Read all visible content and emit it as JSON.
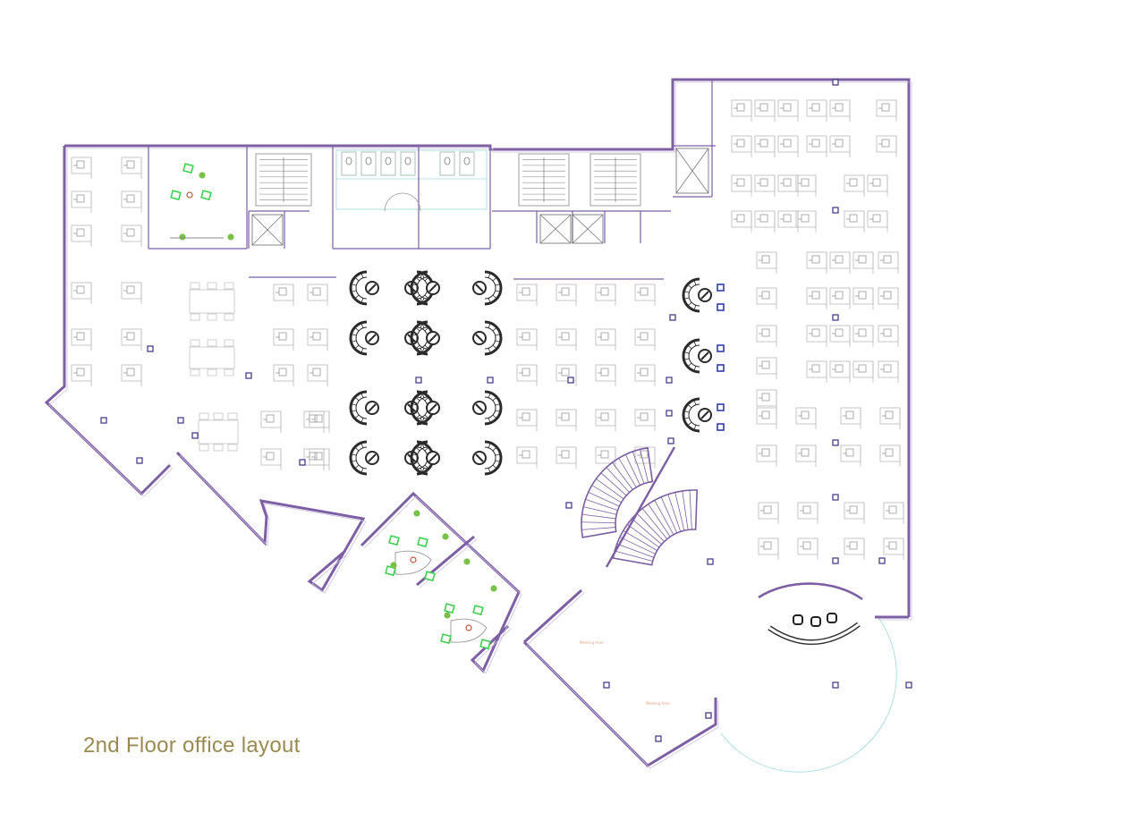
{
  "caption": "2nd Floor office layout",
  "room_labels": [
    "Meeting Area",
    "Meeting Area"
  ],
  "colors": {
    "wall": "#7d5fa3",
    "furniture": "#b9b9b9",
    "plant": "#79c24a",
    "green_chair": "#3fcf54",
    "blue_chair": "#2f3fb0",
    "lounge": "#2b2b2b",
    "stair": "#7b5fa0",
    "caption": "#9a8a4f",
    "light_line": "#9ed8dc",
    "room_label": "#e0a48e"
  }
}
